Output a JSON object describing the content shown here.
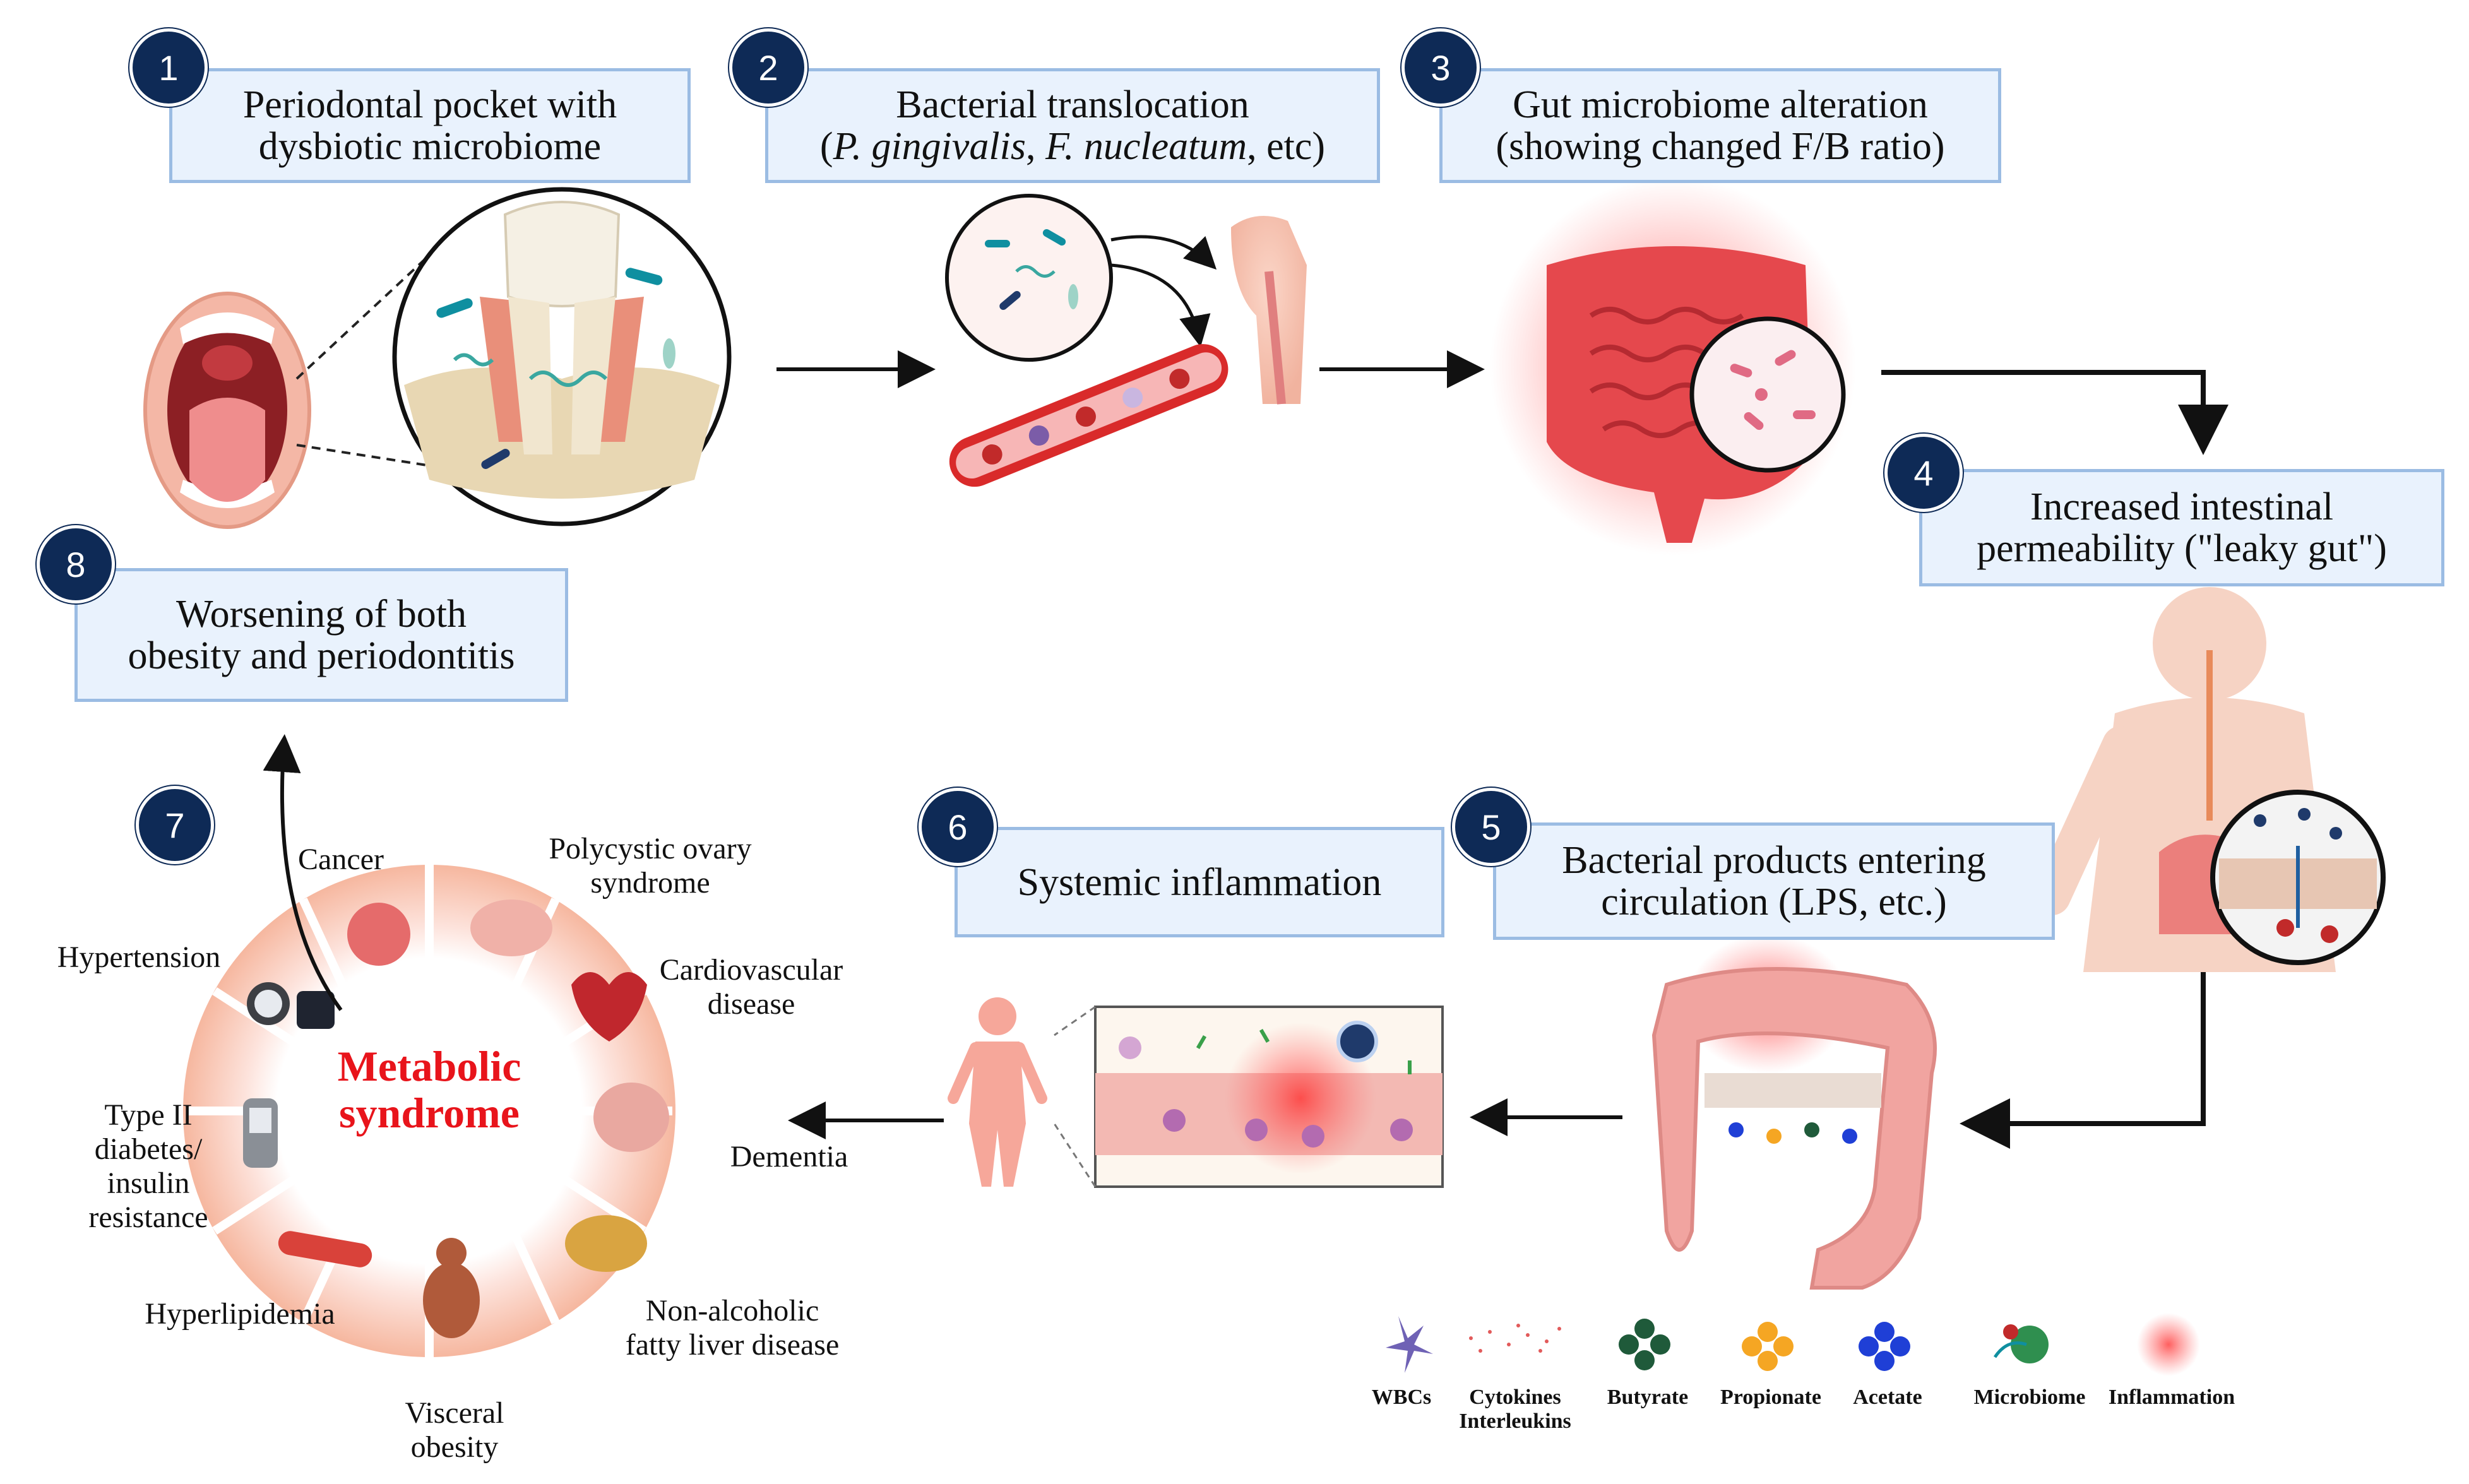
{
  "steps": [
    {
      "number": "1",
      "line1": "Periodontal pocket with",
      "line2": "dysbiotic microbiome"
    },
    {
      "number": "2",
      "line1": "Bacterial translocation",
      "line2_italic_a": "P. gingivalis",
      "line2_italic_b": "F. nucleatum",
      "line2_open": "(",
      "line2_sep": ", ",
      "line2_close": ", etc)"
    },
    {
      "number": "3",
      "line1": "Gut microbiome alteration",
      "line2": "(showing changed F/B ratio)"
    },
    {
      "number": "4",
      "line1": "Increased intestinal",
      "line2": "permeability (\"leaky gut\")"
    },
    {
      "number": "5",
      "line1": "Bacterial products entering",
      "line2": "circulation (LPS, etc.)"
    },
    {
      "number": "6",
      "line1": "Systemic inflammation"
    },
    {
      "number": "7"
    },
    {
      "number": "8",
      "line1": "Worsening of both",
      "line2": "obesity and periodontitis"
    }
  ],
  "metabolic_syndrome": {
    "line1": "Metabolic",
    "line2": "syndrome"
  },
  "conditions": {
    "cancer": "Cancer",
    "pcos_1": "Polycystic ovary",
    "pcos_2": "syndrome",
    "cvd_1": "Cardiovascular",
    "cvd_2": "disease",
    "dementia": "Dementia",
    "nafld_1": "Non-alcoholic",
    "nafld_2": "fatty liver disease",
    "visceral_1": "Visceral",
    "visceral_2": "obesity",
    "hyperlipidemia": "Hyperlipidemia",
    "t2d_1": "Type II",
    "t2d_2": "diabetes/",
    "t2d_3": "insulin",
    "t2d_4": "resistance",
    "hypertension": "Hypertension"
  },
  "legend": {
    "wbcs": "WBCs",
    "cytokines_1": "Cytokines",
    "cytokines_2": "Interleukins",
    "butyrate": "Butyrate",
    "propionate": "Propionate",
    "acetate": "Acetate",
    "microbiome": "Microbiome",
    "inflammation": "Inflammation"
  },
  "colors": {
    "badge": "#0e2a56",
    "box_fill": "#e9f2fd",
    "box_border": "#9bbce3",
    "metabolic_text": "#e8141b",
    "gut_red": "#e5484d",
    "butyrate": "#1f5a3a",
    "propionate": "#f5a623",
    "acetate": "#1f3fd6"
  }
}
